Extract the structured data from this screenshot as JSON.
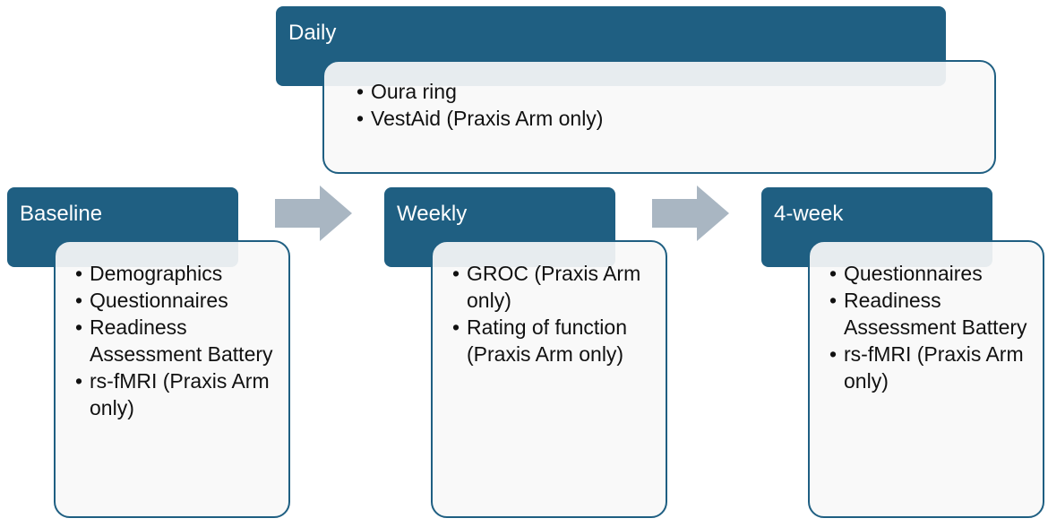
{
  "colors": {
    "header_bg": "#1f5f82",
    "panel_border": "#1f5f82",
    "arrow": "#a9b6c2"
  },
  "daily": {
    "title": "Daily",
    "items": [
      "Oura ring",
      "VestAid (Praxis Arm only)"
    ]
  },
  "baseline": {
    "title": "Baseline",
    "items": [
      "Demographics",
      "Questionnaires",
      "Readiness Assessment Battery",
      "rs-fMRI (Praxis Arm only)"
    ]
  },
  "weekly": {
    "title": "Weekly",
    "items": [
      "GROC (Praxis Arm only)",
      "Rating of function (Praxis Arm only)"
    ]
  },
  "four_week": {
    "title": "4-week",
    "items": [
      "Questionnaires",
      "Readiness Assessment Battery",
      "rs-fMRI (Praxis Arm only)"
    ]
  }
}
